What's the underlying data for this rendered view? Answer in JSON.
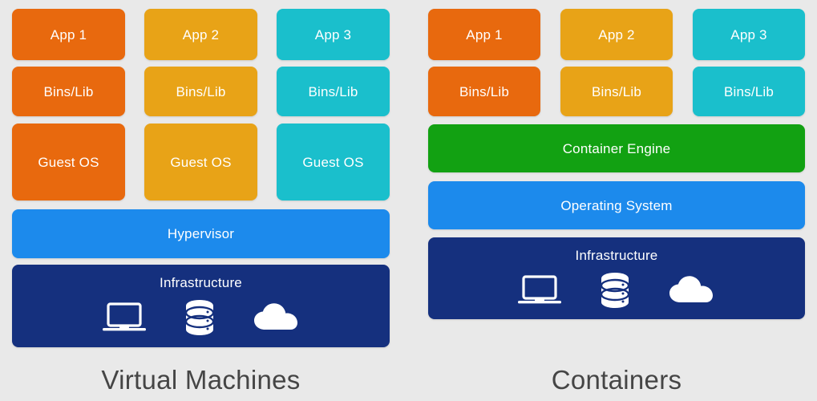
{
  "background_color": "#e9e9e9",
  "palette": {
    "orange": "#e8690e",
    "amber": "#e8a317",
    "cyan": "#1abfcc",
    "blue": "#1c8aec",
    "navy": "#15307e",
    "green": "#12a112",
    "text_on_block": "#ffffff",
    "caption_text": "#454545"
  },
  "diagram": {
    "type": "architecture-stack-comparison",
    "panels": [
      {
        "id": "virtual-machines",
        "caption": "Virtual Machines",
        "columns": [
          {
            "color": "orange",
            "cells": [
              "App 1",
              "Bins/Lib",
              "Guest OS"
            ]
          },
          {
            "color": "amber",
            "cells": [
              "App 2",
              "Bins/Lib",
              "Guest OS"
            ]
          },
          {
            "color": "cyan",
            "cells": [
              "App 3",
              "Bins/Lib",
              "Guest OS"
            ]
          }
        ],
        "full_width_layers": [
          {
            "label": "Hypervisor",
            "color": "blue"
          },
          {
            "label": "Infrastructure",
            "color": "navy",
            "icons": [
              "laptop-icon",
              "database-icon",
              "cloud-icon"
            ]
          }
        ]
      },
      {
        "id": "containers",
        "caption": "Containers",
        "columns": [
          {
            "color": "orange",
            "cells": [
              "App 1",
              "Bins/Lib"
            ]
          },
          {
            "color": "amber",
            "cells": [
              "App 2",
              "Bins/Lib"
            ]
          },
          {
            "color": "cyan",
            "cells": [
              "App 3",
              "Bins/Lib"
            ]
          }
        ],
        "full_width_layers": [
          {
            "label": "Container Engine",
            "color": "green"
          },
          {
            "label": "Operating System",
            "color": "blue"
          },
          {
            "label": "Infrastructure",
            "color": "navy",
            "icons": [
              "laptop-icon",
              "database-icon",
              "cloud-icon"
            ]
          }
        ]
      }
    ]
  },
  "vm": {
    "col1": {
      "app": "App 1",
      "bins": "Bins/Lib",
      "guest": "Guest OS"
    },
    "col2": {
      "app": "App 2",
      "bins": "Bins/Lib",
      "guest": "Guest OS"
    },
    "col3": {
      "app": "App 3",
      "bins": "Bins/Lib",
      "guest": "Guest OS"
    },
    "hypervisor": "Hypervisor",
    "infrastructure": "Infrastructure",
    "caption": "Virtual Machines"
  },
  "containers": {
    "col1": {
      "app": "App 1",
      "bins": "Bins/Lib"
    },
    "col2": {
      "app": "App 2",
      "bins": "Bins/Lib"
    },
    "col3": {
      "app": "App 3",
      "bins": "Bins/Lib"
    },
    "engine": "Container Engine",
    "os": "Operating System",
    "infrastructure": "Infrastructure",
    "caption": "Containers"
  }
}
